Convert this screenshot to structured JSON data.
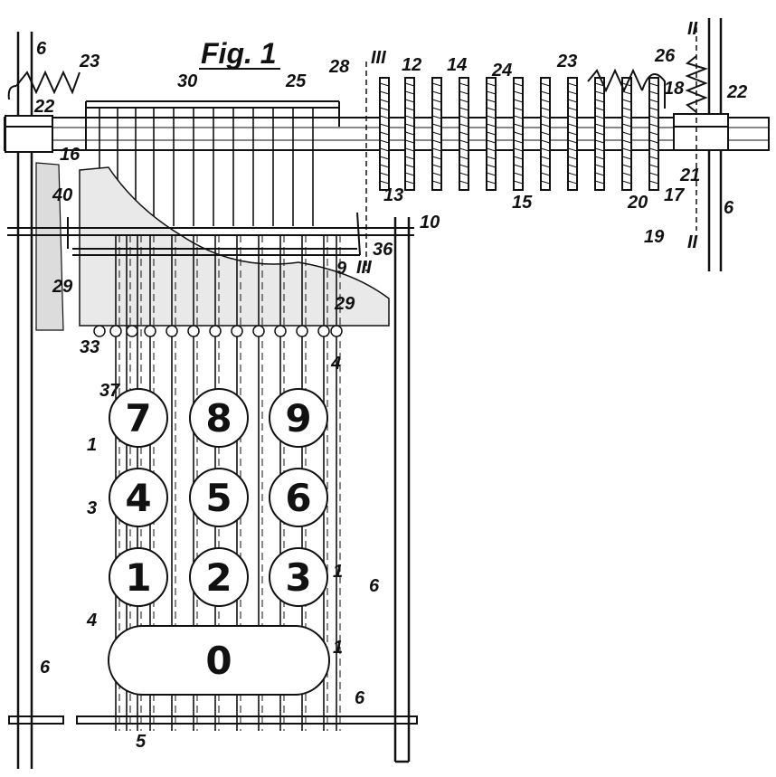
{
  "figure": {
    "title": "Fig. 1"
  },
  "keys": {
    "k7": "7",
    "k8": "8",
    "k9": "9",
    "k4": "4",
    "k5": "5",
    "k6": "6",
    "k1": "1",
    "k2": "2",
    "k3": "3",
    "k0": "0"
  },
  "labels": {
    "l6_topleft": "6",
    "l23_left": "23",
    "l22_left": "22",
    "l16": "16",
    "l40": "40",
    "l29_left": "29",
    "l33": "33",
    "l37": "37",
    "l1_left": "1",
    "l3": "3",
    "l4_left": "4",
    "l6_left_lower": "6",
    "l5": "5",
    "l6_bottom": "6",
    "l6_mid": "6",
    "l1_right_mid": "1",
    "l1_right_low": "1",
    "l4_mid": "4",
    "l29_mid": "29",
    "l9": "9",
    "l36": "36",
    "l10": "10",
    "lIII_low": "III",
    "l13": "13",
    "lIII_top": "III",
    "l30": "30",
    "l25": "25",
    "l28": "28",
    "l12": "12",
    "l14": "14",
    "l24": "24",
    "l15": "15",
    "l23_right": "23",
    "l26": "26",
    "lII_top": "II",
    "l22_right": "22",
    "l18": "18",
    "l21": "21",
    "l17": "17",
    "l20": "20",
    "l19": "19",
    "lII_bottom": "II",
    "l6_right": "6"
  }
}
